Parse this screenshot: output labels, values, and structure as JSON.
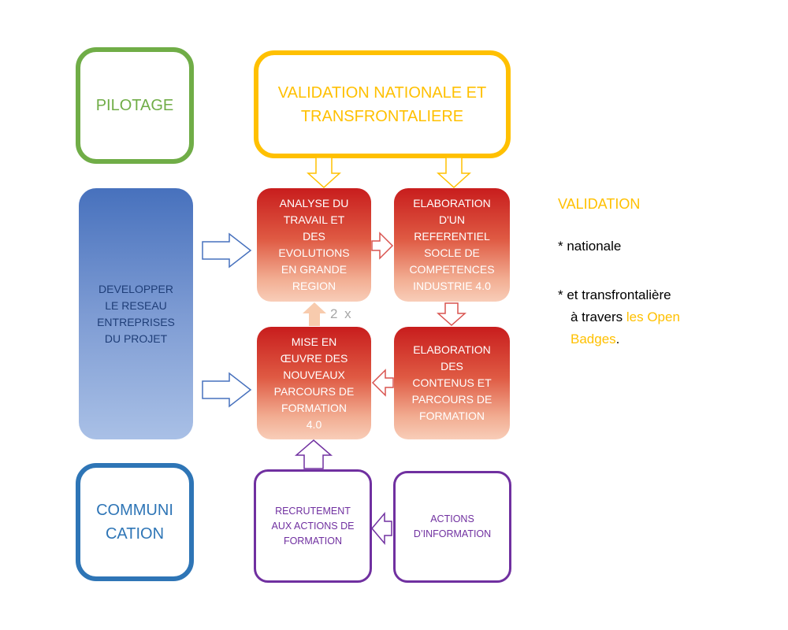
{
  "colors": {
    "green": "#70ad47",
    "gold": "#ffc000",
    "blue_outline": "#2e75b6",
    "purple": "#7030a0",
    "red": "#c81d1d",
    "blue_fill": "#4771bd",
    "grey": "#bfbfbf"
  },
  "boxes": {
    "pilotage": "PILOTAGE",
    "validation_nationale": "VALIDATION NATIONALE ET\nTRANSFRONTALIERE",
    "developper": "DEVELOPPER\nLE RESEAU\nENTREPRISES\nDU PROJET",
    "analyse": "ANALYSE DU\nTRAVAIL ET\nDES\nEVOLUTIONS\nEN GRANDE\nREGION",
    "elaboration_referentiel": "ELABORATION\nD'UN\nREFERENTIEL\nSOCLE DE\nCOMPETENCES\nINDUSTRIE 4.0",
    "mise_en_oeuvre": "MISE EN\nŒUVRE DES\nNOUVEAUX\nPARCOURS DE\nFORMATION\n4.0",
    "elaboration_contenus": "ELABORATION\nDES\nCONTENUS ET\nPARCOURS DE\nFORMATION",
    "communication": "COMMUNI\nCATION",
    "recrutement": "RECRUTEMENT\nAUX ACTIONS DE\nFORMATION",
    "actions_information": "ACTIONS\nD’INFORMATION"
  },
  "loop_label": "2 x",
  "legend": {
    "title": "VALIDATION",
    "item1": "* nationale",
    "item2_prefix": "* et transfrontalière",
    "item2_line2": "à travers ",
    "item2_highlight": "les Open",
    "item2_line3_highlight": "Badges",
    "item2_end": "."
  }
}
